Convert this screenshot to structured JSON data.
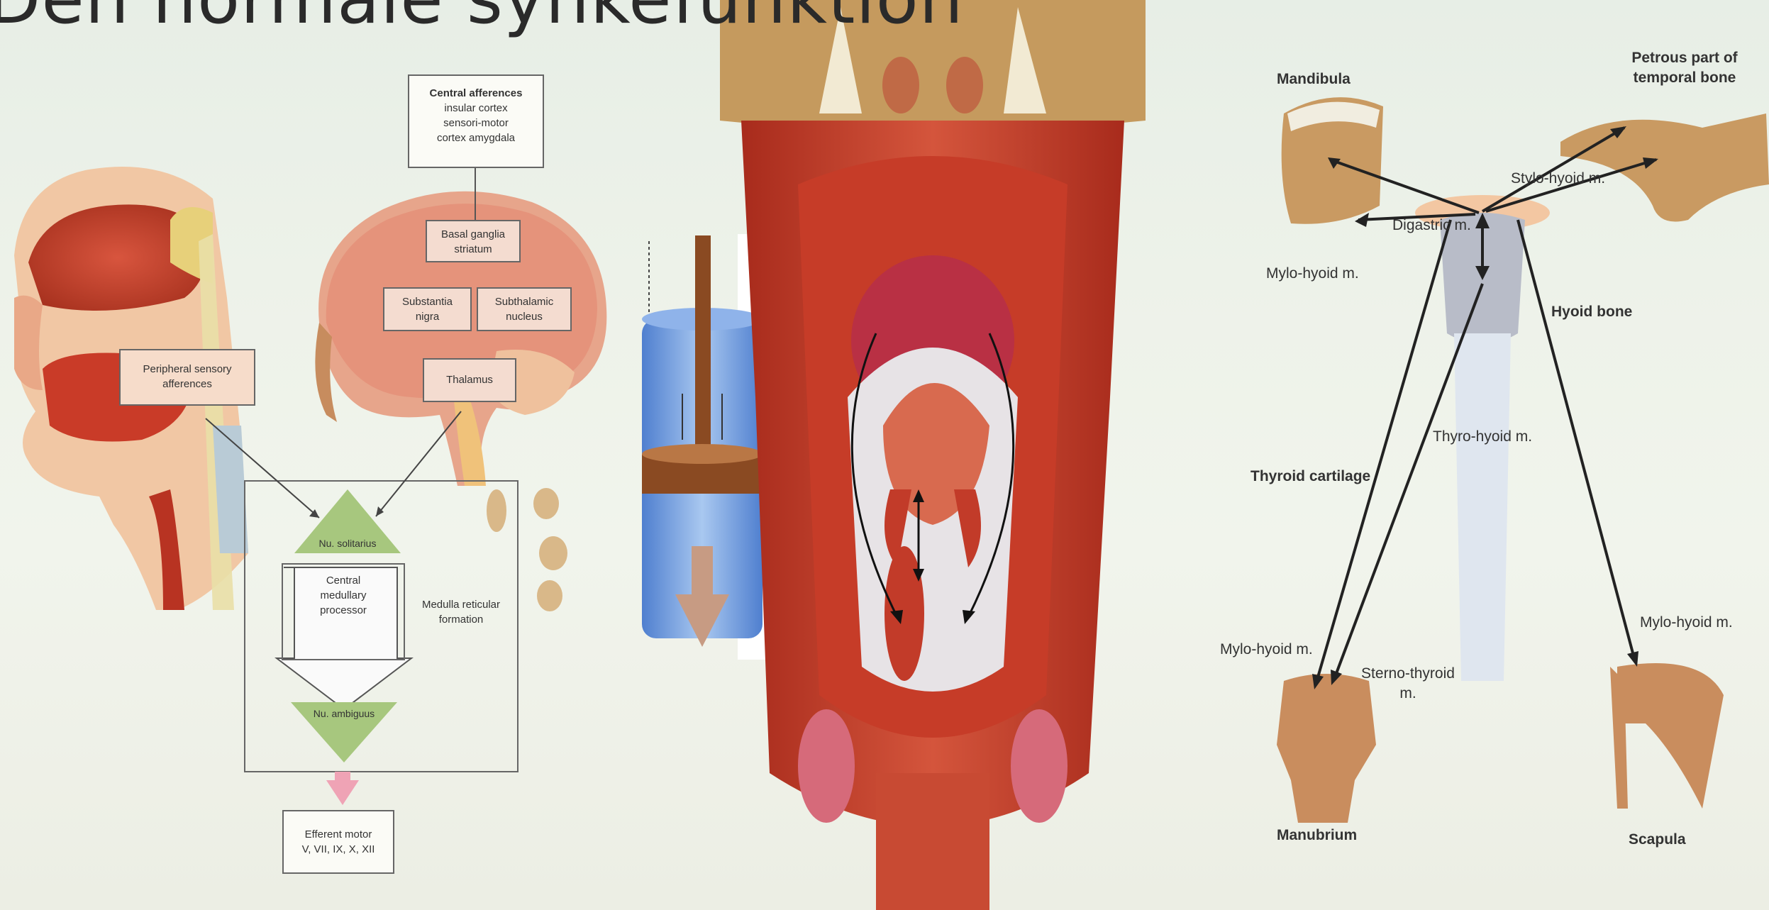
{
  "slide": {
    "title": "Den normale synkefunktion"
  },
  "flow_diagram": {
    "central_afferences": [
      "Central afferences",
      "insular cortex",
      "sensori-motor",
      "cortex amygdala"
    ],
    "basal_ganglia": [
      "Basal ganglia",
      "striatum"
    ],
    "substantia_nigra": [
      "Substantia",
      "nigra"
    ],
    "subthalamic_nucleus": [
      "Subthalamic",
      "nucleus"
    ],
    "thalamus": "Thalamus",
    "peripheral_sensory": [
      "Peripheral sensory",
      "afferences"
    ],
    "nu_solitarius": "Nu. solitarius",
    "central_medullary": [
      "Central",
      "medullary",
      "processor"
    ],
    "medulla_reticular": [
      "Medulla reticular",
      "formation"
    ],
    "nu_ambiguus": "Nu. ambiguus",
    "efferent_motor": [
      "Efferent motor",
      "V, VII, IX, X, XII"
    ]
  },
  "hyoid_diagram": {
    "mandibula": "Mandibula",
    "petrous": [
      "Petrous part of",
      "temporal bone"
    ],
    "stylo_hyoid": "Stylo-hyoid m.",
    "digastric": "Digastric m.",
    "mylo_hyoid_top": "Mylo-hyoid m.",
    "hyoid_bone": "Hyoid bone",
    "thyro_hyoid": "Thyro-hyoid m.",
    "thyroid_cartilage": "Thyroid cartilage",
    "mylo_hyoid_left": "Mylo-hyoid m.",
    "sterno_thyroid": [
      "Sterno-thyroid",
      "m."
    ],
    "mylo_hyoid_right": "Mylo-hyoid m.",
    "manubrium": "Manubrium",
    "scapula": "Scapula"
  },
  "colors": {
    "muscle_red": "#c8442f",
    "bone_tan": "#c99a62",
    "triangle_green": "#a7c77e",
    "piston_blue": "#6e9ddb",
    "piston_brown": "#8a4a22"
  }
}
